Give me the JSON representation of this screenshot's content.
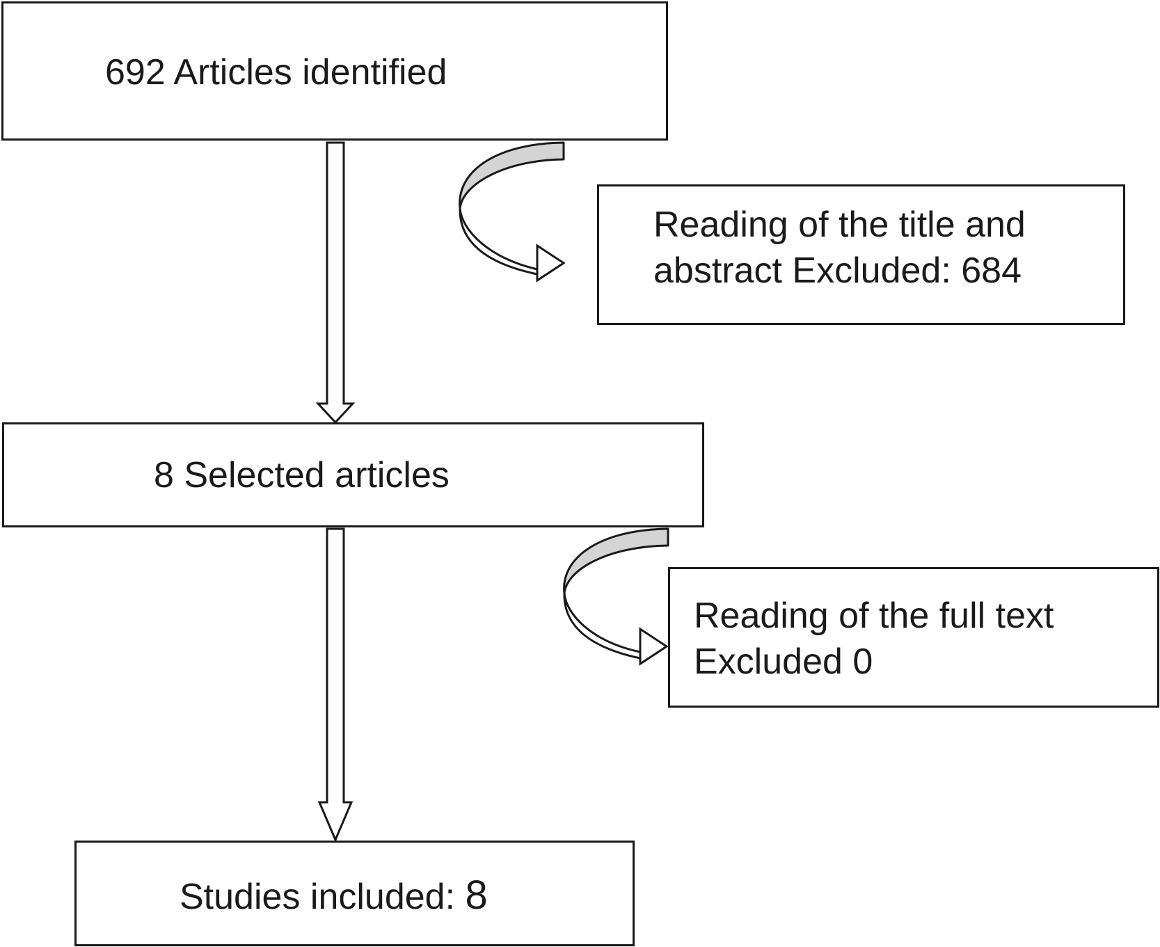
{
  "nodes": {
    "identified": {
      "text": "692 Articles identified"
    },
    "screening_excluded": {
      "text": "Reading of the title and abstract Excluded: 684"
    },
    "selected": {
      "text": "8 Selected articles"
    },
    "fulltext_excluded": {
      "line1": "Reading of the full text",
      "line2": "Excluded 0"
    },
    "included": {
      "label": "Studies included: ",
      "value": "8"
    }
  },
  "edges": [
    {
      "from": "identified",
      "to": "selected",
      "style": "hollow-down-arrow"
    },
    {
      "from": "identified",
      "to": "screening_excluded",
      "style": "curved-side-arrow"
    },
    {
      "from": "selected",
      "to": "included",
      "style": "hollow-down-arrow"
    },
    {
      "from": "selected",
      "to": "fulltext_excluded",
      "style": "curved-side-arrow"
    }
  ],
  "colors": {
    "stroke": "#1a1a1a",
    "arrow_fill": "#ffffff",
    "curve_band": "#d4d4d4"
  }
}
